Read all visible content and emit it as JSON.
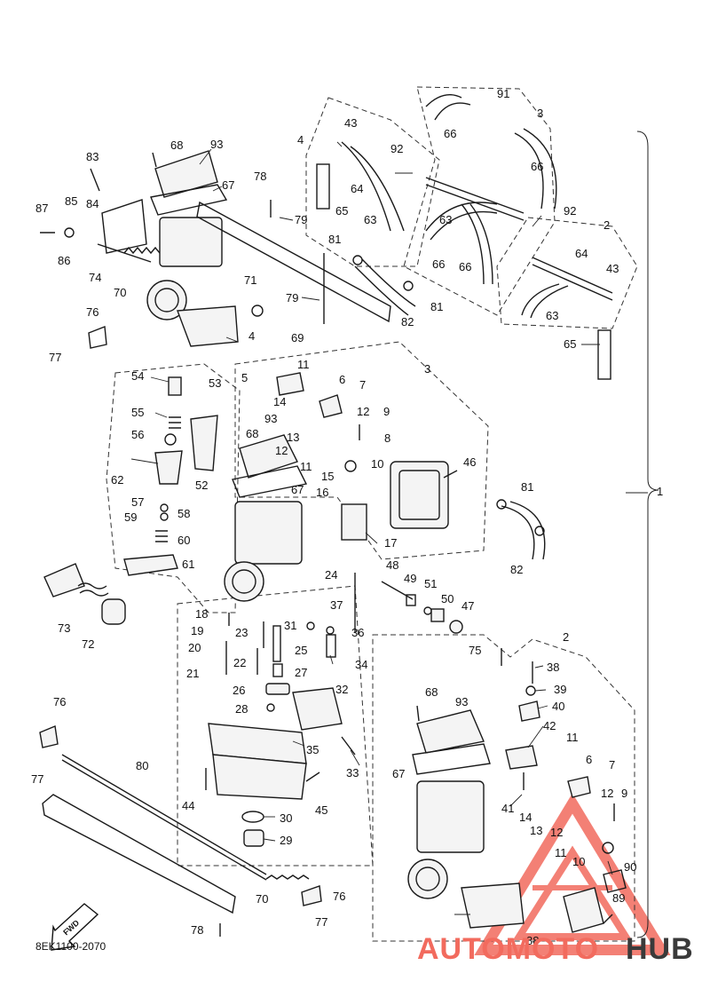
{
  "diagram_code": "8EK1100-2070",
  "fwd_label": "FWD",
  "watermark": {
    "brand_part1": "AUTOMOTO",
    "brand_part2": "HUB",
    "color_primary": "#f26b5e",
    "color_secondary": "#3a3a3a"
  },
  "callouts": [
    {
      "id": "c1",
      "label": "1"
    },
    {
      "id": "c2a",
      "label": "2"
    },
    {
      "id": "c2b",
      "label": "2"
    },
    {
      "id": "c3a",
      "label": "3"
    },
    {
      "id": "c3b",
      "label": "3"
    },
    {
      "id": "c4a",
      "label": "4"
    },
    {
      "id": "c4b",
      "label": "4"
    },
    {
      "id": "c5",
      "label": "5"
    },
    {
      "id": "c6a",
      "label": "6"
    },
    {
      "id": "c6b",
      "label": "6"
    },
    {
      "id": "c7a",
      "label": "7"
    },
    {
      "id": "c7b",
      "label": "7"
    },
    {
      "id": "c8",
      "label": "8"
    },
    {
      "id": "c9a",
      "label": "9"
    },
    {
      "id": "c9b",
      "label": "9"
    },
    {
      "id": "c10a",
      "label": "10"
    },
    {
      "id": "c10b",
      "label": "10"
    },
    {
      "id": "c11a",
      "label": "11"
    },
    {
      "id": "c11b",
      "label": "11"
    },
    {
      "id": "c11c",
      "label": "11"
    },
    {
      "id": "c11d",
      "label": "11"
    },
    {
      "id": "c12a",
      "label": "12"
    },
    {
      "id": "c12b",
      "label": "12"
    },
    {
      "id": "c12c",
      "label": "12"
    },
    {
      "id": "c12d",
      "label": "12"
    },
    {
      "id": "c13a",
      "label": "13"
    },
    {
      "id": "c13b",
      "label": "13"
    },
    {
      "id": "c14a",
      "label": "14"
    },
    {
      "id": "c14b",
      "label": "14"
    },
    {
      "id": "c15",
      "label": "15"
    },
    {
      "id": "c16",
      "label": "16"
    },
    {
      "id": "c17",
      "label": "17"
    },
    {
      "id": "c18",
      "label": "18"
    },
    {
      "id": "c19",
      "label": "19"
    },
    {
      "id": "c20",
      "label": "20"
    },
    {
      "id": "c21",
      "label": "21"
    },
    {
      "id": "c22",
      "label": "22"
    },
    {
      "id": "c23",
      "label": "23"
    },
    {
      "id": "c24",
      "label": "24"
    },
    {
      "id": "c25",
      "label": "25"
    },
    {
      "id": "c26",
      "label": "26"
    },
    {
      "id": "c27",
      "label": "27"
    },
    {
      "id": "c28",
      "label": "28"
    },
    {
      "id": "c29",
      "label": "29"
    },
    {
      "id": "c30",
      "label": "30"
    },
    {
      "id": "c31",
      "label": "31"
    },
    {
      "id": "c32",
      "label": "32"
    },
    {
      "id": "c33",
      "label": "33"
    },
    {
      "id": "c34",
      "label": "34"
    },
    {
      "id": "c35",
      "label": "35"
    },
    {
      "id": "c36",
      "label": "36"
    },
    {
      "id": "c37",
      "label": "37"
    },
    {
      "id": "c38",
      "label": "38"
    },
    {
      "id": "c39",
      "label": "39"
    },
    {
      "id": "c40",
      "label": "40"
    },
    {
      "id": "c41",
      "label": "41"
    },
    {
      "id": "c42",
      "label": "42"
    },
    {
      "id": "c43a",
      "label": "43"
    },
    {
      "id": "c43b",
      "label": "43"
    },
    {
      "id": "c44",
      "label": "44"
    },
    {
      "id": "c45",
      "label": "45"
    },
    {
      "id": "c46",
      "label": "46"
    },
    {
      "id": "c47",
      "label": "47"
    },
    {
      "id": "c48",
      "label": "48"
    },
    {
      "id": "c49",
      "label": "49"
    },
    {
      "id": "c50",
      "label": "50"
    },
    {
      "id": "c51",
      "label": "51"
    },
    {
      "id": "c52",
      "label": "52"
    },
    {
      "id": "c53",
      "label": "53"
    },
    {
      "id": "c54",
      "label": "54"
    },
    {
      "id": "c55",
      "label": "55"
    },
    {
      "id": "c56",
      "label": "56"
    },
    {
      "id": "c57",
      "label": "57"
    },
    {
      "id": "c58",
      "label": "58"
    },
    {
      "id": "c59",
      "label": "59"
    },
    {
      "id": "c60",
      "label": "60"
    },
    {
      "id": "c61",
      "label": "61"
    },
    {
      "id": "c62",
      "label": "62"
    },
    {
      "id": "c63a",
      "label": "63"
    },
    {
      "id": "c63b",
      "label": "63"
    },
    {
      "id": "c63c",
      "label": "63"
    },
    {
      "id": "c64a",
      "label": "64"
    },
    {
      "id": "c64b",
      "label": "64"
    },
    {
      "id": "c65a",
      "label": "65"
    },
    {
      "id": "c65b",
      "label": "65"
    },
    {
      "id": "c66a",
      "label": "66"
    },
    {
      "id": "c66b",
      "label": "66"
    },
    {
      "id": "c66c",
      "label": "66"
    },
    {
      "id": "c66d",
      "label": "66"
    },
    {
      "id": "c67a",
      "label": "67"
    },
    {
      "id": "c67b",
      "label": "67"
    },
    {
      "id": "c67c",
      "label": "67"
    },
    {
      "id": "c68a",
      "label": "68"
    },
    {
      "id": "c68b",
      "label": "68"
    },
    {
      "id": "c68c",
      "label": "68"
    },
    {
      "id": "c69",
      "label": "69"
    },
    {
      "id": "c70a",
      "label": "70"
    },
    {
      "id": "c70b",
      "label": "70"
    },
    {
      "id": "c71",
      "label": "71"
    },
    {
      "id": "c72",
      "label": "72"
    },
    {
      "id": "c73",
      "label": "73"
    },
    {
      "id": "c74",
      "label": "74"
    },
    {
      "id": "c75",
      "label": "75"
    },
    {
      "id": "c76a",
      "label": "76"
    },
    {
      "id": "c76b",
      "label": "76"
    },
    {
      "id": "c76c",
      "label": "76"
    },
    {
      "id": "c77a",
      "label": "77"
    },
    {
      "id": "c77b",
      "label": "77"
    },
    {
      "id": "c77c",
      "label": "77"
    },
    {
      "id": "c78a",
      "label": "78"
    },
    {
      "id": "c78b",
      "label": "78"
    },
    {
      "id": "c79a",
      "label": "79"
    },
    {
      "id": "c79b",
      "label": "79"
    },
    {
      "id": "c80",
      "label": "80"
    },
    {
      "id": "c81a",
      "label": "81"
    },
    {
      "id": "c81b",
      "label": "81"
    },
    {
      "id": "c81c",
      "label": "81"
    },
    {
      "id": "c82a",
      "label": "82"
    },
    {
      "id": "c82b",
      "label": "82"
    },
    {
      "id": "c83",
      "label": "83"
    },
    {
      "id": "c84",
      "label": "84"
    },
    {
      "id": "c85",
      "label": "85"
    },
    {
      "id": "c86",
      "label": "86"
    },
    {
      "id": "c87",
      "label": "87"
    },
    {
      "id": "c88",
      "label": "88"
    },
    {
      "id": "c89",
      "label": "89"
    },
    {
      "id": "c90",
      "label": "90"
    },
    {
      "id": "c91",
      "label": "91"
    },
    {
      "id": "c92a",
      "label": "92"
    },
    {
      "id": "c92b",
      "label": "92"
    },
    {
      "id": "c93a",
      "label": "93"
    },
    {
      "id": "c93b",
      "label": "93"
    },
    {
      "id": "c93c",
      "label": "93"
    }
  ]
}
